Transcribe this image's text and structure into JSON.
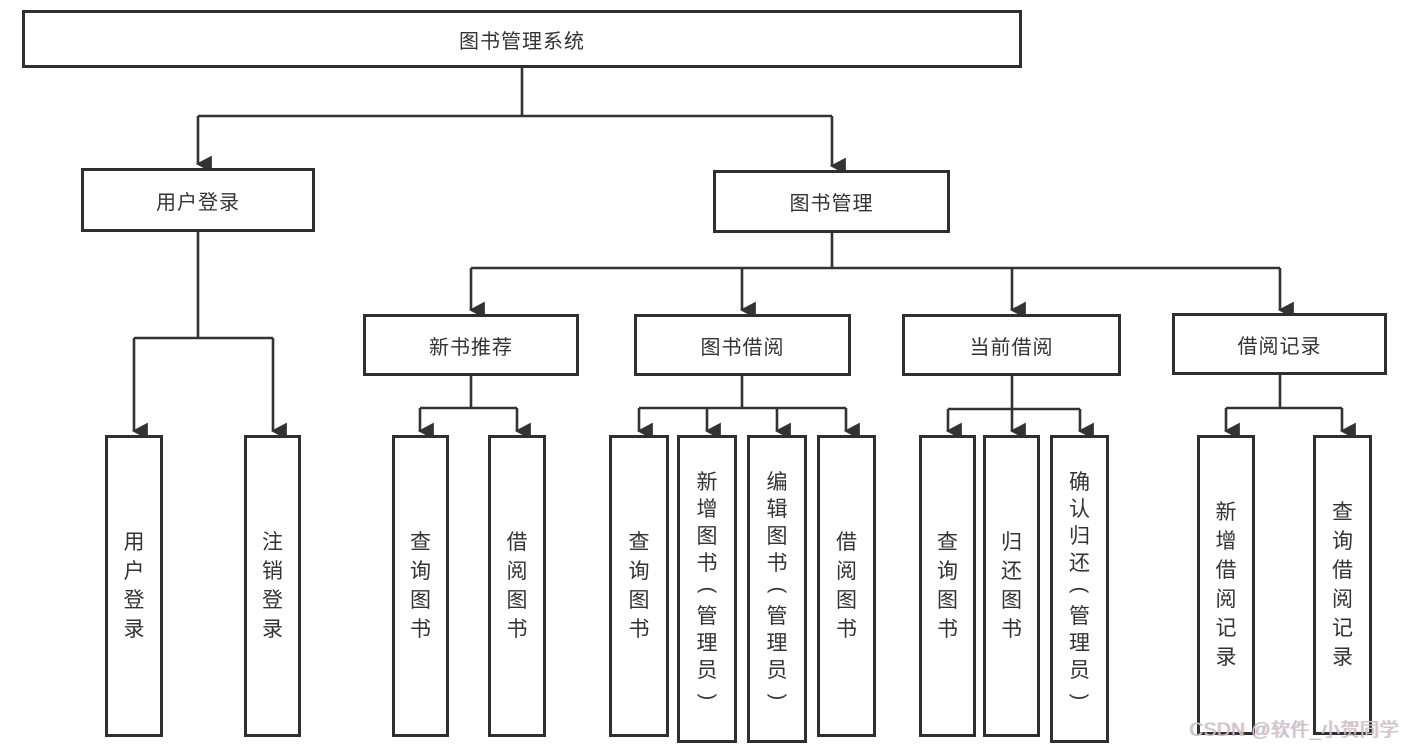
{
  "diagram": {
    "root": {
      "label": "图书管理系统",
      "children": [
        {
          "label": "用户登录",
          "children": [
            {
              "label": "用户登录"
            },
            {
              "label": "注销登录"
            }
          ]
        },
        {
          "label": "图书管理",
          "children": [
            {
              "label": "新书推荐",
              "children": [
                {
                  "label": "查询图书"
                },
                {
                  "label": "借阅图书"
                }
              ]
            },
            {
              "label": "图书借阅",
              "children": [
                {
                  "label": "查询图书"
                },
                {
                  "label": "新增图书（管理员）"
                },
                {
                  "label": "编辑图书（管理员）"
                },
                {
                  "label": "借阅图书"
                }
              ]
            },
            {
              "label": "当前借阅",
              "children": [
                {
                  "label": "查询图书"
                },
                {
                  "label": "归还图书"
                },
                {
                  "label": "确认归还（管理员）"
                }
              ]
            },
            {
              "label": "借阅记录",
              "children": [
                {
                  "label": "新增借阅记录"
                },
                {
                  "label": "查询借阅记录"
                }
              ]
            }
          ]
        }
      ]
    },
    "colors": {
      "line": "#333333",
      "box_border": "#2f2f2f",
      "box_fill": "#ffffff",
      "text": "#333333",
      "watermark": "#cbc5c5"
    }
  },
  "watermark": {
    "text": "CSDN @软件_小贺同学"
  }
}
